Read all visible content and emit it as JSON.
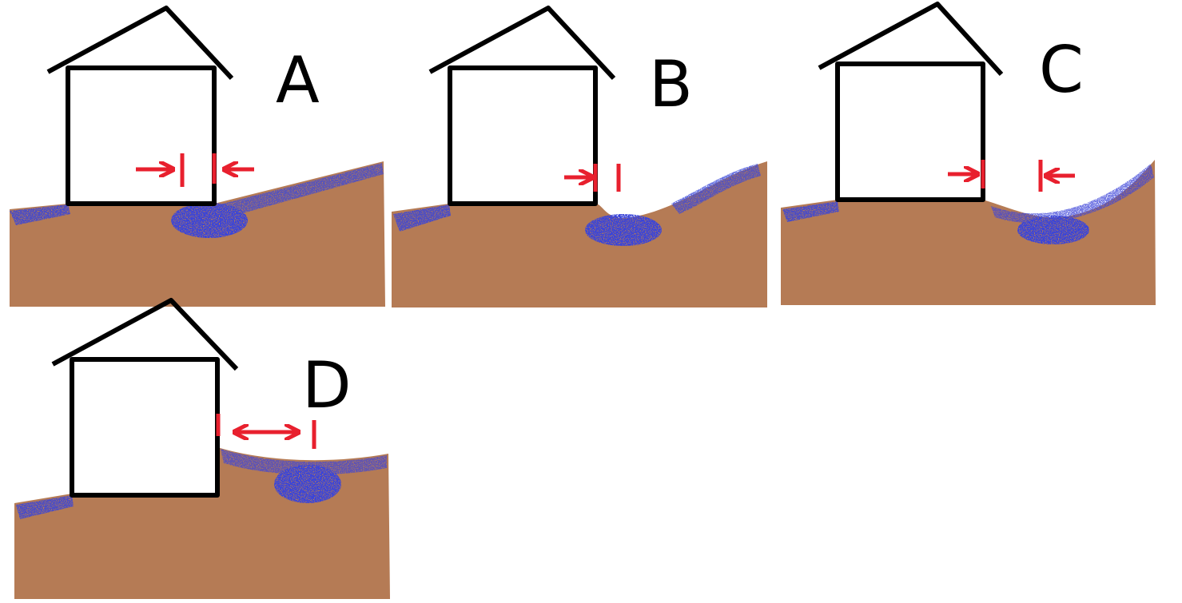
{
  "colors": {
    "soil": "#b57b55",
    "water": "#3a45d8",
    "outline": "#000000",
    "marker": "#e8202e",
    "background": "#ffffff"
  },
  "panels": [
    {
      "label": "A",
      "gap_marker": "inward-arrows",
      "water_position": "against-wall"
    },
    {
      "label": "B",
      "gap_marker": "inward-arrows",
      "water_position": "dip-near-wall"
    },
    {
      "label": "C",
      "gap_marker": "inward-arrows-wide",
      "water_position": "dip-away"
    },
    {
      "label": "D",
      "gap_marker": "double-arrow",
      "water_position": "dip-far"
    }
  ]
}
